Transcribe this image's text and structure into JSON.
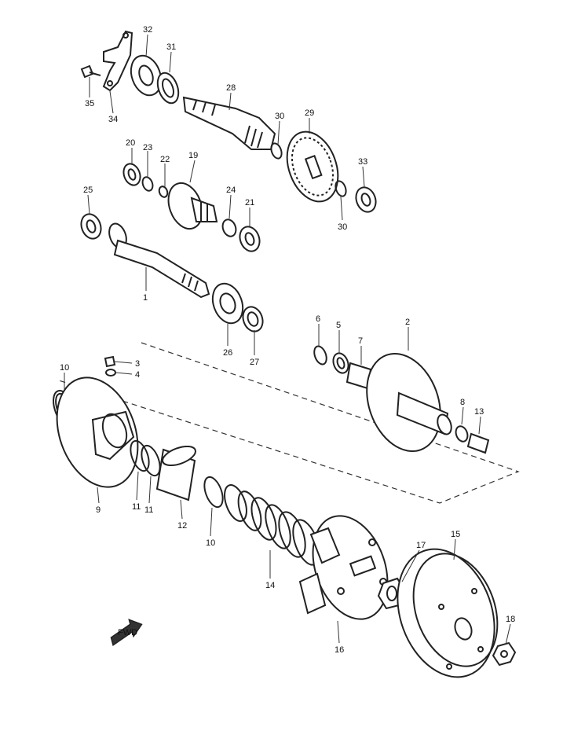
{
  "callouts": [
    {
      "id": "c32",
      "text": "32"
    },
    {
      "id": "c31",
      "text": "31"
    },
    {
      "id": "c35",
      "text": "35"
    },
    {
      "id": "c34",
      "text": "34"
    },
    {
      "id": "c28",
      "text": "28"
    },
    {
      "id": "c30a",
      "text": "30"
    },
    {
      "id": "c29",
      "text": "29"
    },
    {
      "id": "c20",
      "text": "20"
    },
    {
      "id": "c23",
      "text": "23"
    },
    {
      "id": "c22",
      "text": "22"
    },
    {
      "id": "c19",
      "text": "19"
    },
    {
      "id": "c33",
      "text": "33"
    },
    {
      "id": "c25",
      "text": "25"
    },
    {
      "id": "c24",
      "text": "24"
    },
    {
      "id": "c21",
      "text": "21"
    },
    {
      "id": "c30b",
      "text": "30"
    },
    {
      "id": "c1",
      "text": "1"
    },
    {
      "id": "c26",
      "text": "26"
    },
    {
      "id": "c27",
      "text": "27"
    },
    {
      "id": "c6",
      "text": "6"
    },
    {
      "id": "c5",
      "text": "5"
    },
    {
      "id": "c2",
      "text": "2"
    },
    {
      "id": "c7",
      "text": "7"
    },
    {
      "id": "c3",
      "text": "3"
    },
    {
      "id": "c4",
      "text": "4"
    },
    {
      "id": "c10a",
      "text": "10"
    },
    {
      "id": "c8",
      "text": "8"
    },
    {
      "id": "c13",
      "text": "13"
    },
    {
      "id": "c9",
      "text": "9"
    },
    {
      "id": "c11a",
      "text": "11"
    },
    {
      "id": "c11b",
      "text": "11"
    },
    {
      "id": "c12",
      "text": "12"
    },
    {
      "id": "c10b",
      "text": "10"
    },
    {
      "id": "c15",
      "text": "15"
    },
    {
      "id": "c17",
      "text": "17"
    },
    {
      "id": "c14",
      "text": "14"
    },
    {
      "id": "c18",
      "text": "18"
    },
    {
      "id": "c16",
      "text": "16"
    }
  ],
  "fwd_arrow_text": "FWD"
}
